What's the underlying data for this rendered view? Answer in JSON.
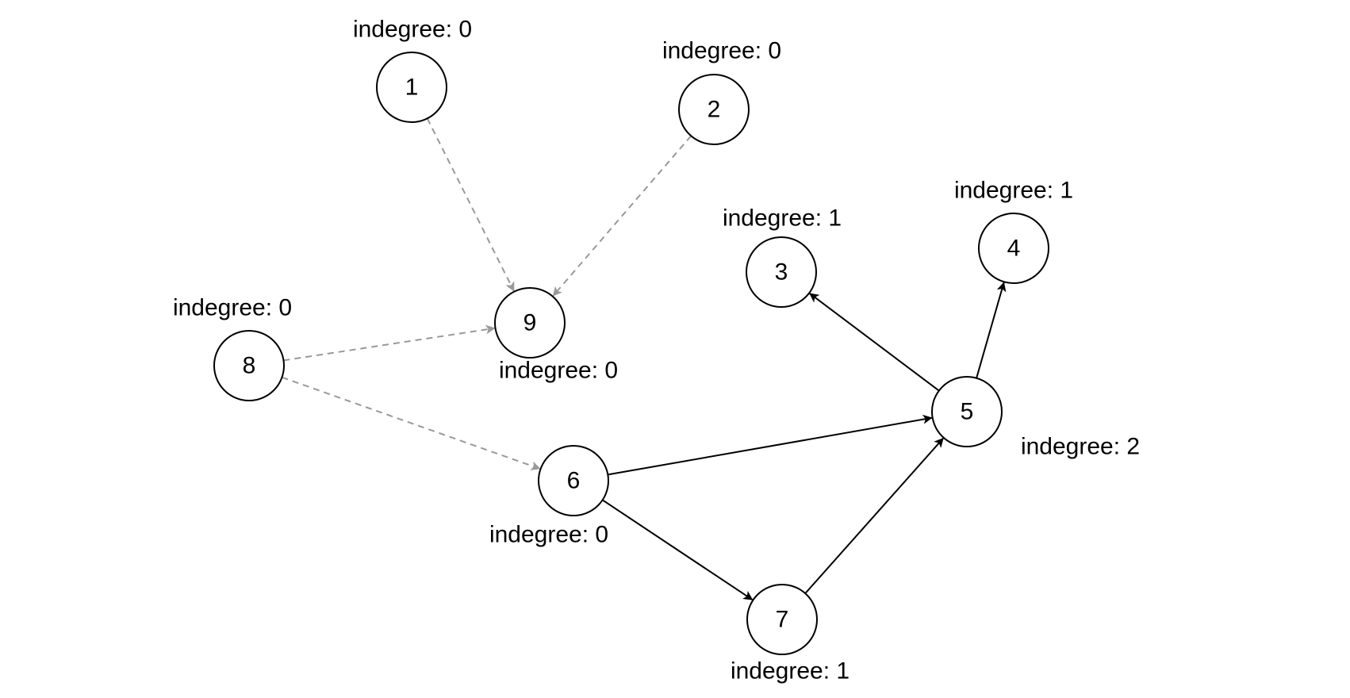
{
  "colors": {
    "solid_edge": "#000000",
    "dashed_edge": "#999999",
    "node_stroke": "#000000",
    "node_fill": "#ffffff",
    "text": "#000000"
  },
  "nodes": [
    {
      "id": "1",
      "label": "1",
      "indegree_text": "indegree: 0"
    },
    {
      "id": "2",
      "label": "2",
      "indegree_text": "indegree: 0"
    },
    {
      "id": "3",
      "label": "3",
      "indegree_text": "indegree: 1"
    },
    {
      "id": "4",
      "label": "4",
      "indegree_text": "indegree: 1"
    },
    {
      "id": "5",
      "label": "5",
      "indegree_text": "indegree: 2"
    },
    {
      "id": "6",
      "label": "6",
      "indegree_text": "indegree: 0"
    },
    {
      "id": "7",
      "label": "7",
      "indegree_text": "indegree: 1"
    },
    {
      "id": "8",
      "label": "8",
      "indegree_text": "indegree: 0"
    },
    {
      "id": "9",
      "label": "9",
      "indegree_text": "indegree: 0"
    }
  ],
  "edges": [
    {
      "from": "1",
      "to": "9",
      "style": "dashed"
    },
    {
      "from": "2",
      "to": "9",
      "style": "dashed"
    },
    {
      "from": "8",
      "to": "9",
      "style": "dashed"
    },
    {
      "from": "8",
      "to": "6",
      "style": "dashed"
    },
    {
      "from": "6",
      "to": "5",
      "style": "solid"
    },
    {
      "from": "6",
      "to": "7",
      "style": "solid"
    },
    {
      "from": "7",
      "to": "5",
      "style": "solid"
    },
    {
      "from": "5",
      "to": "3",
      "style": "solid"
    },
    {
      "from": "5",
      "to": "4",
      "style": "solid"
    }
  ]
}
